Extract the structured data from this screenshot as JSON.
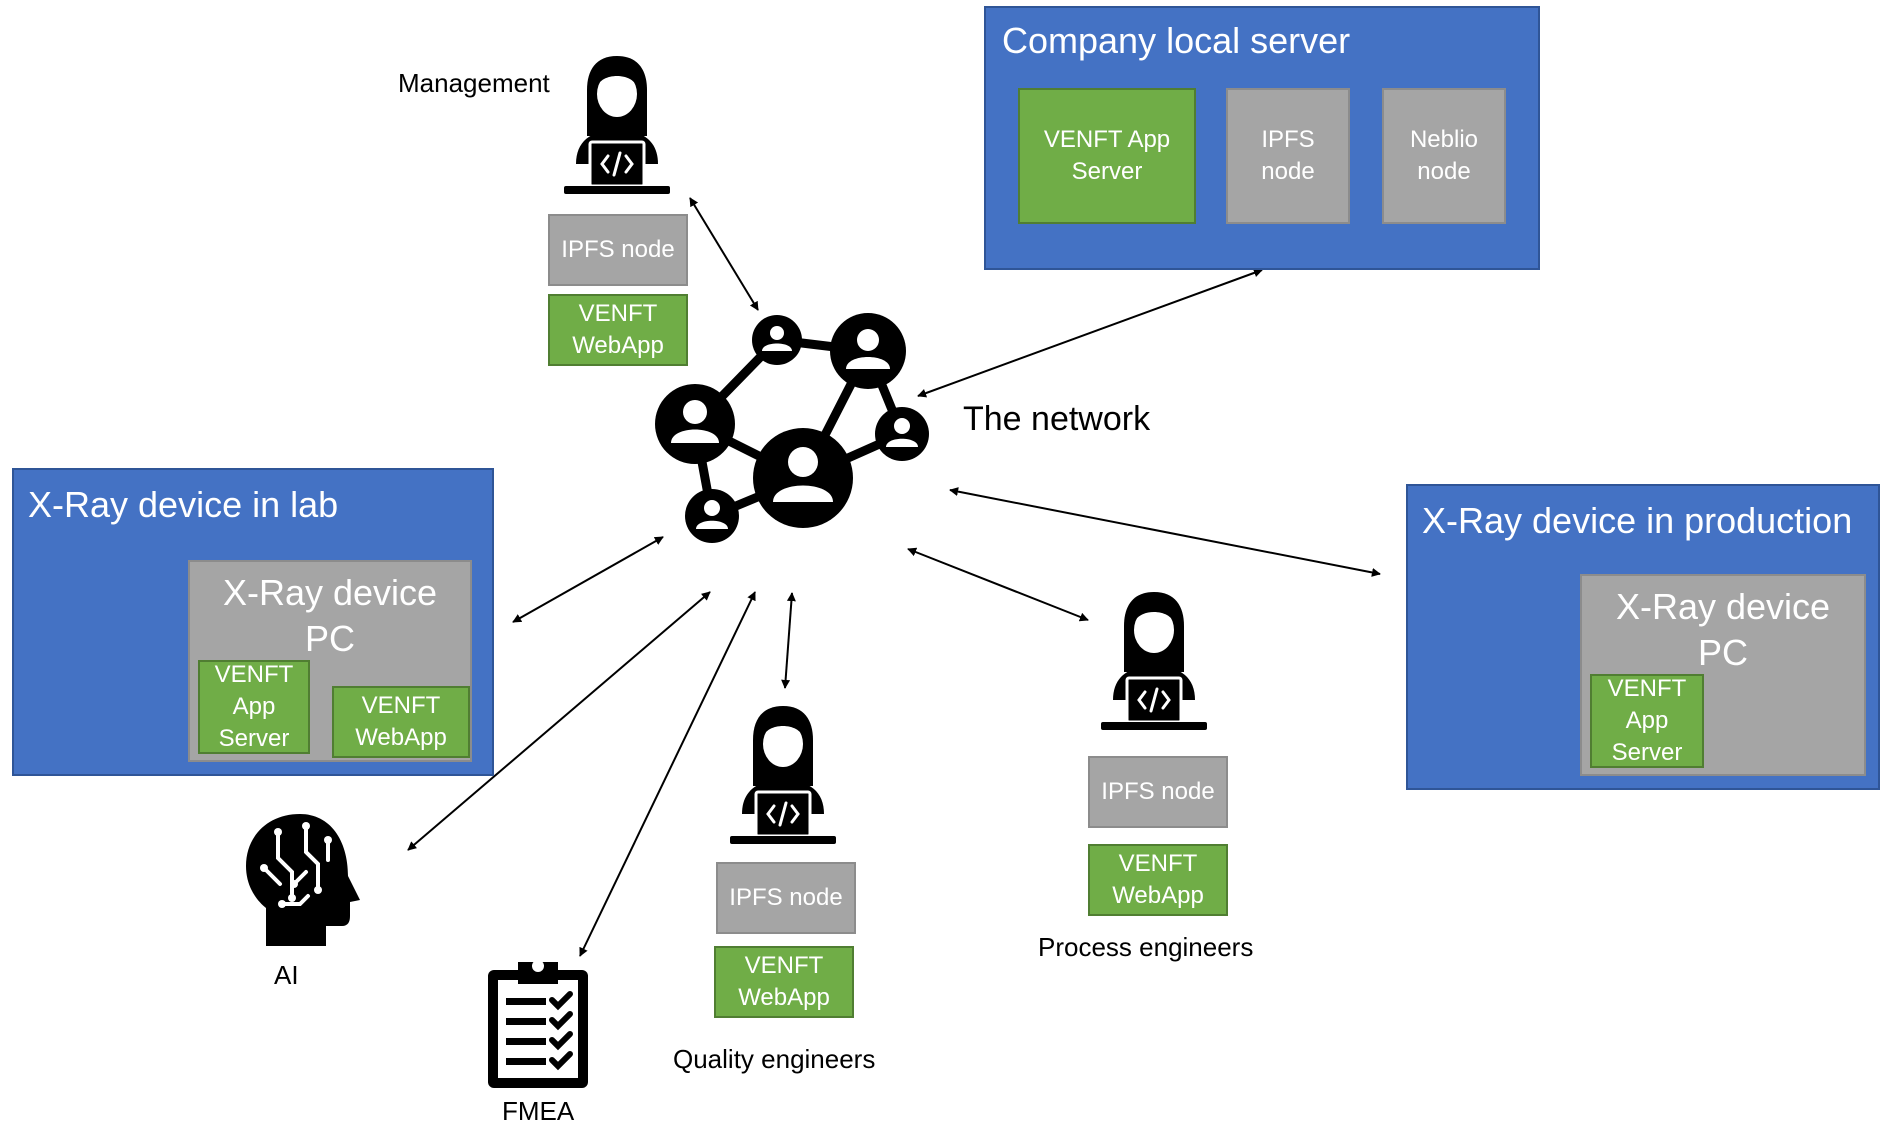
{
  "network": {
    "label": "The network",
    "icon": "network-people-icon"
  },
  "company_server": {
    "title": "Company local server",
    "boxes": [
      "VENFT App\nServer",
      "IPFS\nnode",
      "Neblio\nnode"
    ]
  },
  "management": {
    "label": "Management",
    "icon": "developer-person-icon",
    "ipfs": "IPFS node",
    "webapp": "VENFT\nWebApp"
  },
  "xray_lab": {
    "title": "X-Ray device in lab",
    "pc_title": "X-Ray device\nPC",
    "app_server": "VENFT\nApp\nServer",
    "webapp": "VENFT\nWebApp"
  },
  "xray_production": {
    "title": "X-Ray device in production",
    "pc_title": "X-Ray device\nPC",
    "app_server": "VENFT\nApp\nServer"
  },
  "ai": {
    "label": "AI",
    "icon": "brain-head-icon"
  },
  "fmea": {
    "label": "FMEA",
    "icon": "clipboard-checklist-icon"
  },
  "quality": {
    "label": "Quality engineers",
    "icon": "developer-person-icon",
    "ipfs": "IPFS node",
    "webapp": "VENFT\nWebApp"
  },
  "process": {
    "label": "Process engineers",
    "icon": "developer-person-icon",
    "ipfs": "IPFS node",
    "webapp": "VENFT\nWebApp"
  },
  "colors": {
    "panel_blue": "#4472c4",
    "node_gray": "#a5a5a5",
    "app_green": "#70ad47"
  }
}
